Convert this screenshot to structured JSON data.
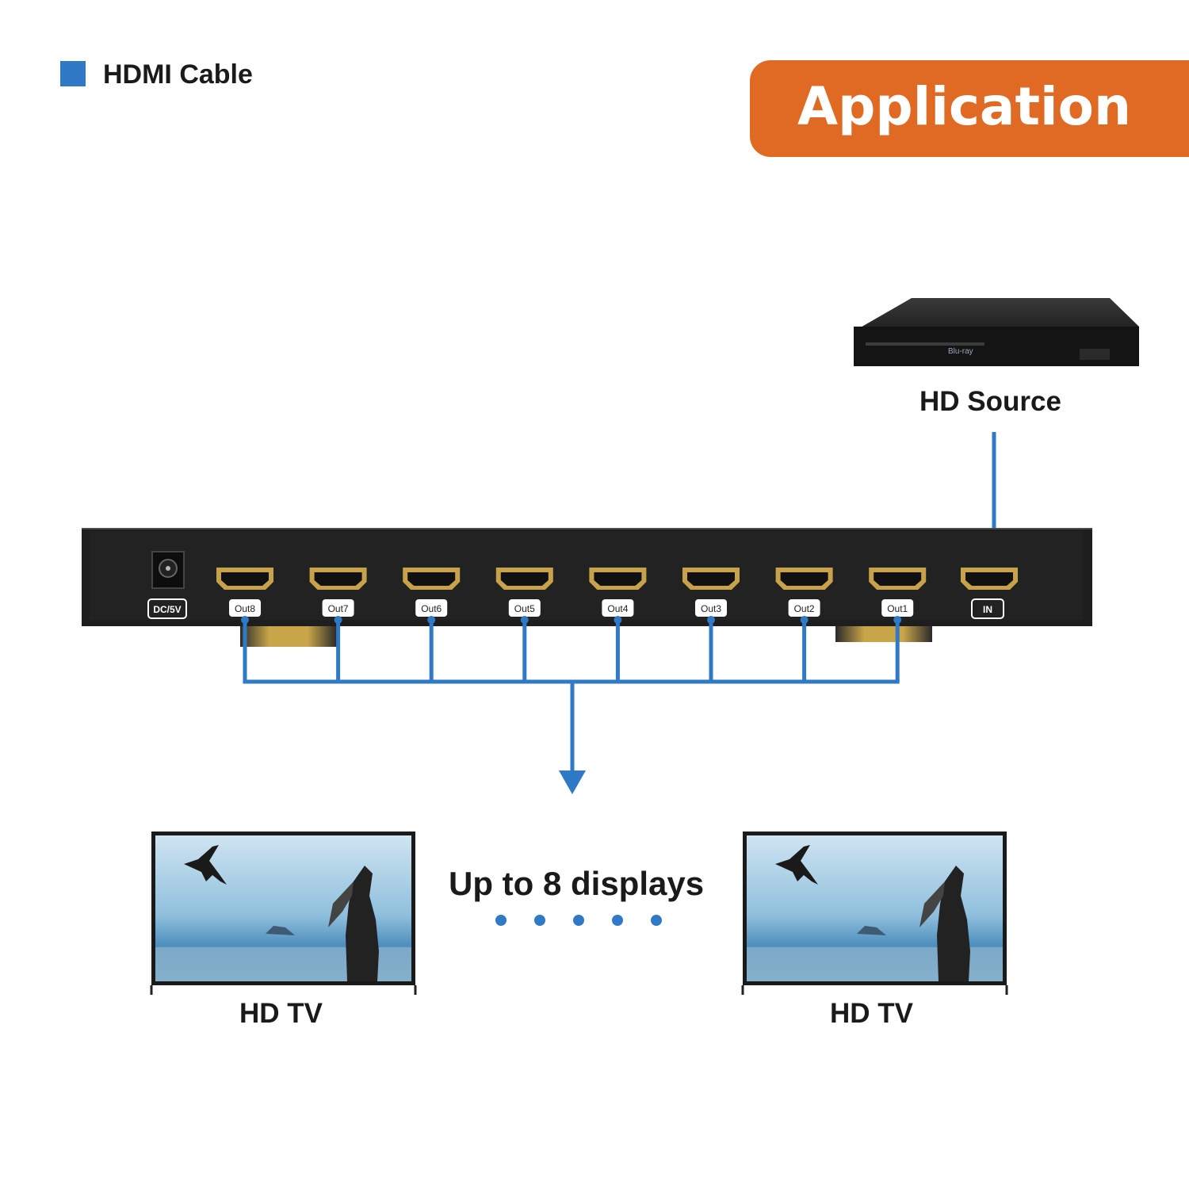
{
  "legend": {
    "label": "HDMI Cable",
    "color": "#2f79c6"
  },
  "banner": {
    "title": "Application",
    "color": "#e06a24"
  },
  "source": {
    "label": "HD Source"
  },
  "splitter": {
    "power_label": "DC/5V",
    "input_label": "IN",
    "outputs": [
      "Out8",
      "Out7",
      "Out6",
      "Out5",
      "Out4",
      "Out3",
      "Out2",
      "Out1"
    ]
  },
  "caption": "Up to 8 displays",
  "displays": [
    {
      "label": "HD TV"
    },
    {
      "label": "HD TV"
    }
  ],
  "colors": {
    "cable": "#2f79c6",
    "device": "#1b1b1b"
  }
}
